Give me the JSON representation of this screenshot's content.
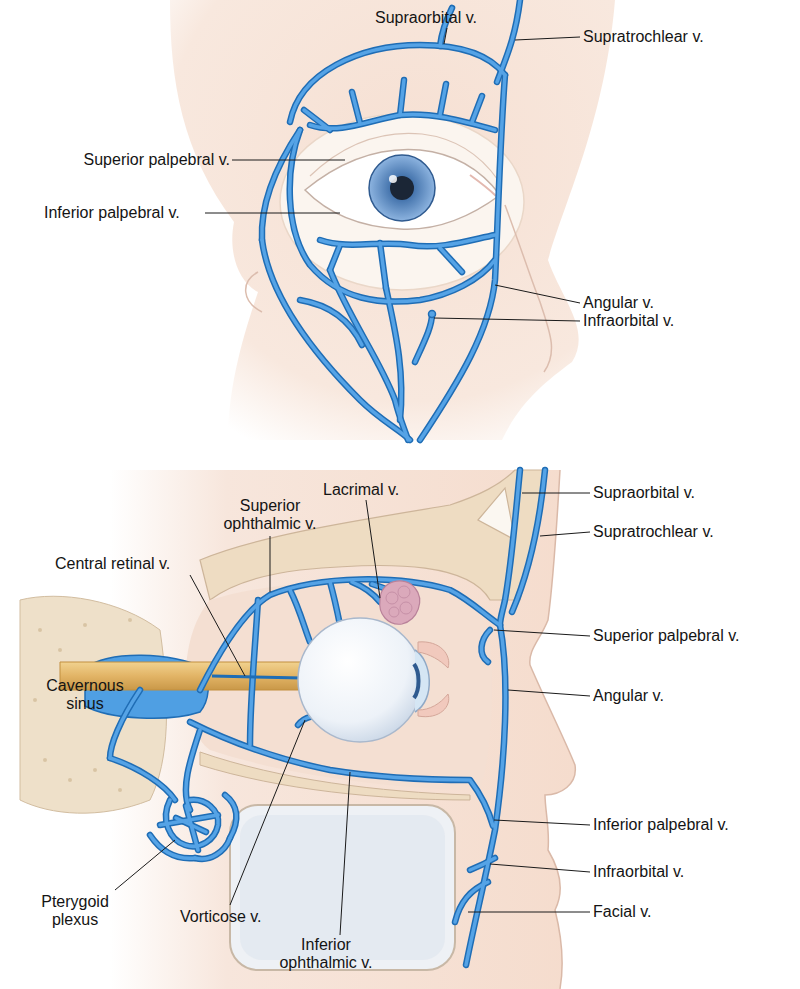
{
  "diagram": {
    "labels": [
      "Supraorbital v.",
      "Supratrochlear v.",
      "Superior palpebral v.",
      "Inferior palpebral v.",
      "Angular v.",
      "Infraorbital v.",
      "Lacrimal v.",
      "Superior ophthalmic v.",
      "Central retinal v.",
      "Cavernous sinus",
      "Supraorbital v.",
      "Supratrochlear v.",
      "Superior palpebral v.",
      "Angular v.",
      "Inferior palpebral v.",
      "Infraorbital v.",
      "Facial v.",
      "Pterygoid plexus",
      "Vorticose v.",
      "Inferior ophthalmic v."
    ]
  }
}
